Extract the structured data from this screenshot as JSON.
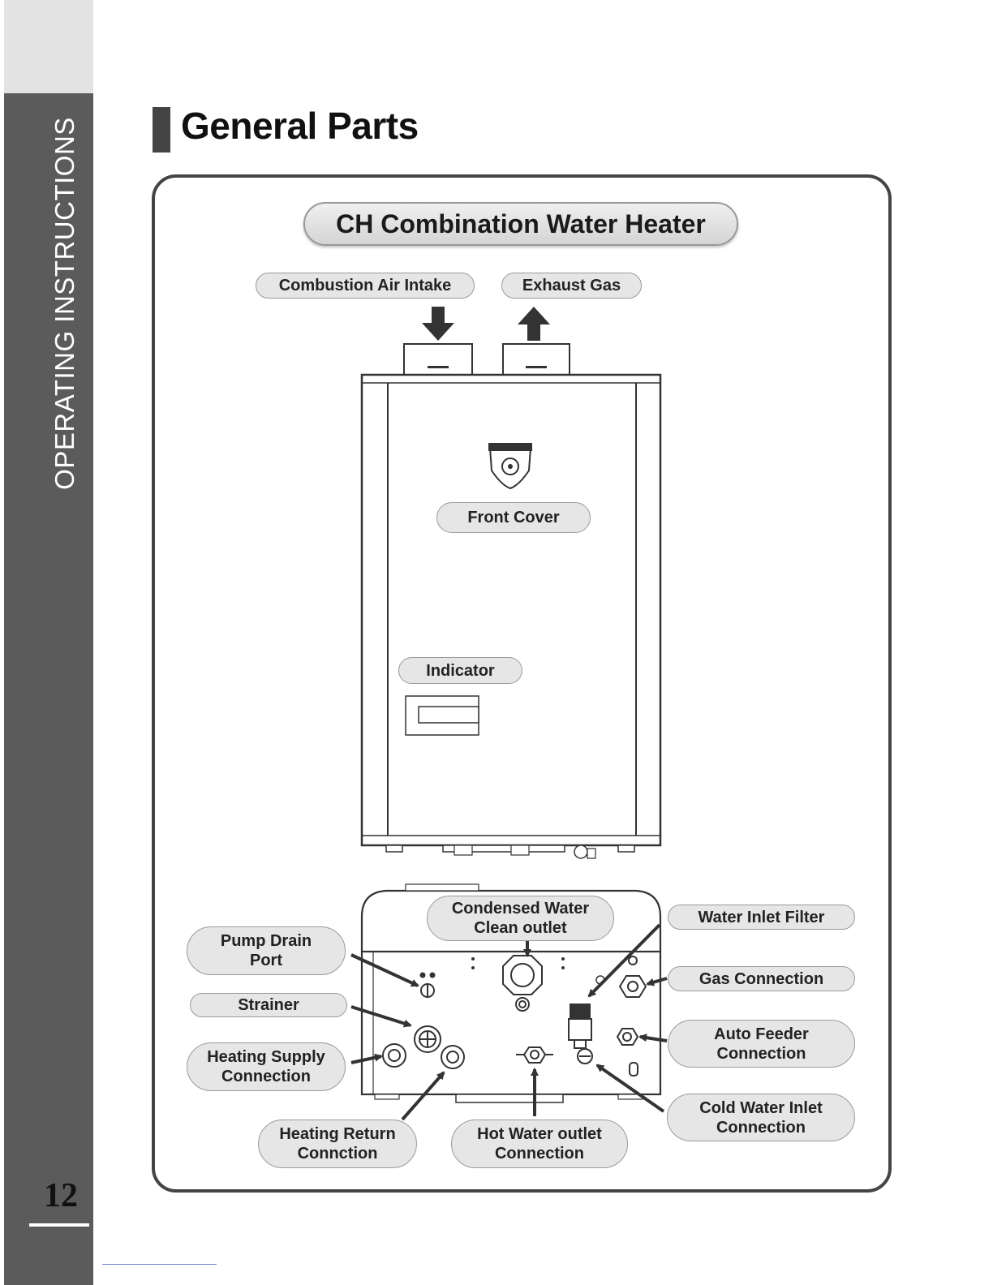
{
  "sidebar": {
    "section_label": "OPERATING INSTRUCTIONS",
    "page_number": "12"
  },
  "page": {
    "title": "General Parts"
  },
  "diagram": {
    "title": "CH Combination Water Heater",
    "labels": {
      "combustion_air_intake": "Combustion Air Intake",
      "exhaust_gas": "Exhaust Gas",
      "front_cover": "Front Cover",
      "indicator": "Indicator",
      "condensed_water_clean_outlet": "Condensed Water\nClean outlet",
      "water_inlet_filter": "Water Inlet Filter",
      "pump_drain_port": "Pump Drain\nPort",
      "gas_connection": "Gas Connection",
      "strainer": "Strainer",
      "auto_feeder_connection": "Auto Feeder\nConnection",
      "heating_supply_connection": "Heating Supply\nConnection",
      "cold_water_inlet_connection": "Cold Water Inlet\nConnection",
      "heating_return_connection": "Heating Return\nConnction",
      "hot_water_outlet_connection": "Hot Water outlet\nConnection"
    },
    "colors": {
      "line": "#333333",
      "pill_fill": "#e6e6e6",
      "sidebar": "#5b5b5b"
    }
  }
}
